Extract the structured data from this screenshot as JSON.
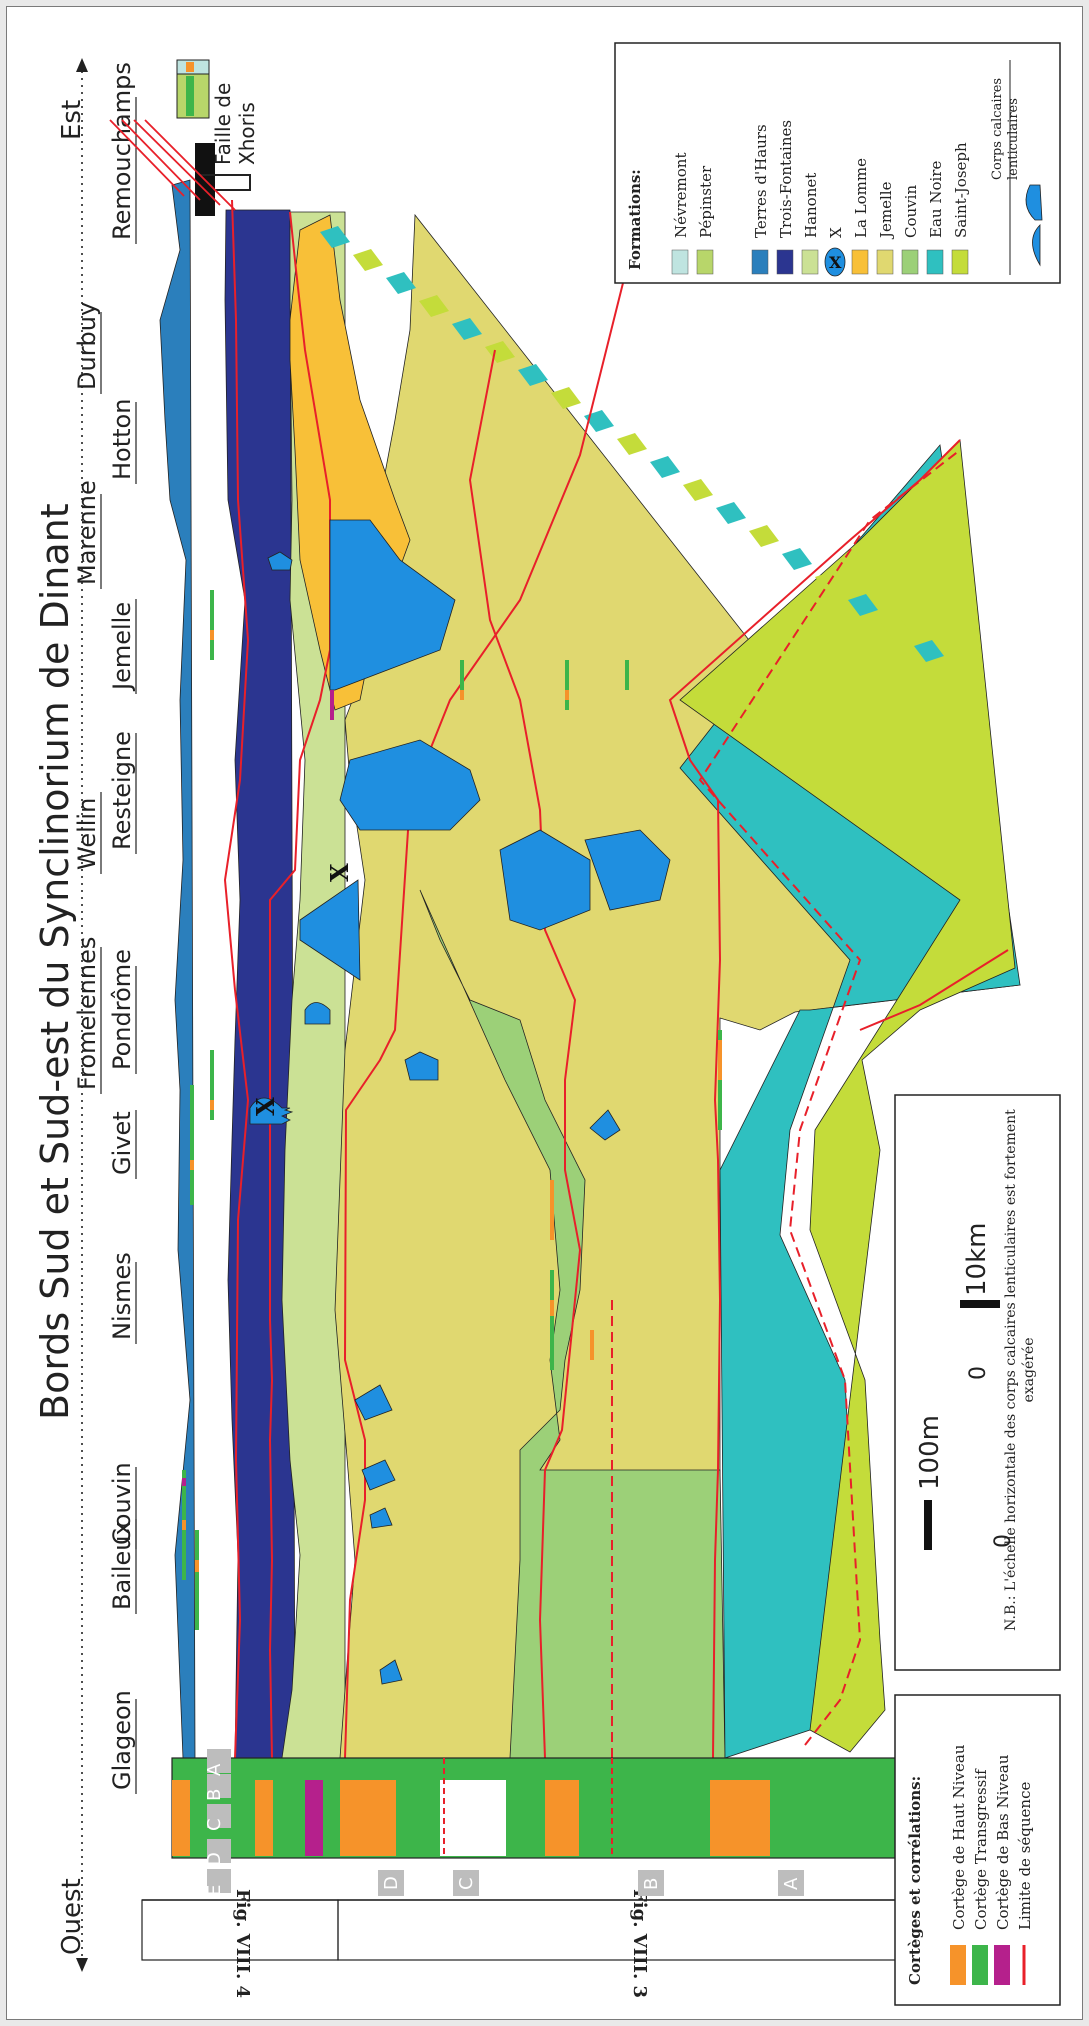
{
  "title": "Bords Sud et Sud-est du Synclinorium de Dinant",
  "direction": {
    "west": "Ouest",
    "east": "Est"
  },
  "localities": [
    "Glageon",
    "Baileux",
    "Couvin",
    "Nismes",
    "Givet",
    "Fromelennes",
    "Pondrôme",
    "Wellin",
    "Resteigne",
    "Jemelle",
    "Marenne",
    "Hotton",
    "Durbuy",
    "Remouchamps"
  ],
  "fault_label": [
    "Faille de",
    "Xhoris"
  ],
  "formations_legend": {
    "title": "Formations:",
    "items": [
      {
        "label": "Névremont",
        "color": "#bfe4e0"
      },
      {
        "label": "Pépinster",
        "color": "#b8d66a"
      },
      {
        "label": "Terres d'Haurs",
        "color": "#2b7fbc"
      },
      {
        "label": "Trois-Fontaines",
        "color": "#2b3590"
      },
      {
        "label": "Hanonet",
        "color": "#cbe195"
      },
      {
        "label": "X",
        "color": "#1f8fe0"
      },
      {
        "label": "La Lomme",
        "color": "#f8c038"
      },
      {
        "label": "Jemelle",
        "color": "#e0d870"
      },
      {
        "label": "Couvin",
        "color": "#9cd078"
      },
      {
        "label": "Eau Noire",
        "color": "#2fc0c0"
      },
      {
        "label": "Saint-Joseph",
        "color": "#c4dc3a"
      }
    ],
    "lenticular": "Corps calcaires lenticulaires"
  },
  "cortege_legend": {
    "title": "Cortèges et corrélations:",
    "items": [
      {
        "label": "Cortège de Haut Niveau",
        "color": "#f6932a"
      },
      {
        "label": "Cortège Transgressif",
        "color": "#3db54a"
      },
      {
        "label": "Cortège de Bas Niveau",
        "color": "#b5208c"
      },
      {
        "label": "Limite de séquence",
        "color": "#e8202a"
      }
    ]
  },
  "scale": {
    "vertical_zero": "0",
    "vertical_value": "100m",
    "horizontal_zero": "0",
    "horizontal_value": "10km",
    "note": "N.B.: L'échelle horizontale des corps calcaires lenticulaires est fortement exagérée"
  },
  "fig_refs": [
    "Fig. VIII. 4",
    "Fig. VIII. 3"
  ],
  "sequences_fig4": [
    "E",
    "D",
    "C",
    "B",
    "A"
  ],
  "sequences_fig3": [
    "D",
    "C",
    "B",
    "A"
  ],
  "lens_label": "X"
}
